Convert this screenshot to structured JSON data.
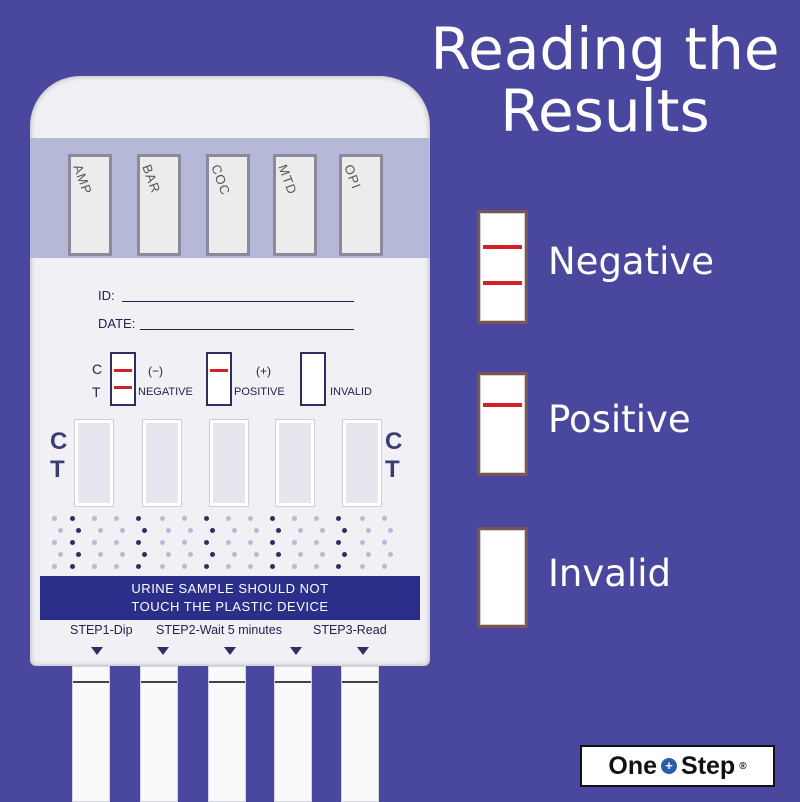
{
  "title": {
    "line1": "Reading the",
    "line2": "Results"
  },
  "legend": [
    {
      "label": "Negative",
      "lines": 2
    },
    {
      "label": "Positive",
      "lines": 1
    },
    {
      "label": "Invalid",
      "lines": 0
    }
  ],
  "card": {
    "windows": [
      "AMP",
      "BAR",
      "COC",
      "MTD",
      "OPI"
    ],
    "id_label": "ID:",
    "date_label": "DATE:",
    "key": {
      "c": "C",
      "t": "T",
      "neg_sym": "(−)",
      "neg": "NEGATIVE",
      "pos_sym": "(+)",
      "pos": "POSITIVE",
      "invalid": "INVALID"
    },
    "ct_left": "C T",
    "ct_right": "C T",
    "warning_line1": "URINE SAMPLE SHOULD NOT",
    "warning_line2": "TOUCH THE PLASTIC DEVICE",
    "step1": "STEP1-Dip",
    "step2": "STEP2-Wait  5 minutes",
    "step3": "STEP3-Read"
  },
  "logo": {
    "one": "One",
    "plus": "+",
    "step": "Step",
    "reg": "®"
  },
  "colors": {
    "background": "#4a479e",
    "line": "#d42027",
    "banner": "#2b2f8a"
  }
}
